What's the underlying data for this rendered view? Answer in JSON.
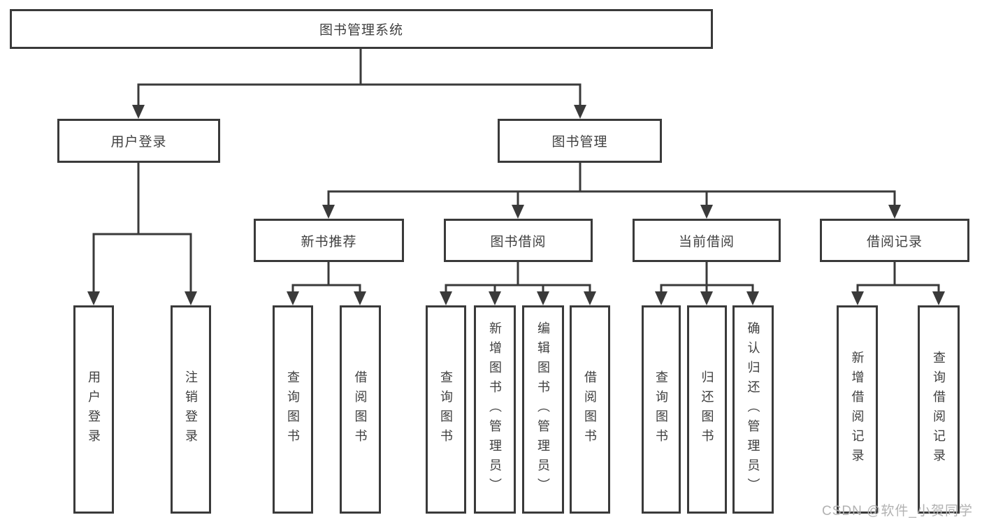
{
  "nodes": {
    "root": {
      "label": "图书管理系统"
    },
    "user_login": {
      "label": "用户登录"
    },
    "book_management": {
      "label": "图书管理"
    },
    "new_book_recommend": {
      "label": "新书推荐"
    },
    "book_borrow": {
      "label": "图书借阅"
    },
    "current_borrow": {
      "label": "当前借阅"
    },
    "borrow_records": {
      "label": "借阅记录"
    },
    "leaf_user_login": {
      "label": "用户登录"
    },
    "leaf_logout": {
      "label": "注销登录"
    },
    "leaf_nbr_query": {
      "label": "查询图书"
    },
    "leaf_nbr_borrow": {
      "label": "借阅图书"
    },
    "leaf_bb_query": {
      "label": "查询图书"
    },
    "leaf_bb_add": {
      "label": "新增图书（管理员）"
    },
    "leaf_bb_edit": {
      "label": "编辑图书（管理员）"
    },
    "leaf_bb_borrow": {
      "label": "借阅图书"
    },
    "leaf_cb_query": {
      "label": "查询图书"
    },
    "leaf_cb_return": {
      "label": "归还图书"
    },
    "leaf_cb_confirm": {
      "label": "确认归还（管理员）"
    },
    "leaf_br_add": {
      "label": "新增借阅记录"
    },
    "leaf_br_query": {
      "label": "查询借阅记录"
    }
  },
  "watermark": {
    "text": "CSDN @软件_小贺同学",
    "color": "#b2b2b2"
  },
  "colors": {
    "line": "#3a3a3a",
    "box_border": "#3a3a3a",
    "box_fill": "#ffffff",
    "text": "#3f3f3f",
    "background": "#ffffff"
  }
}
